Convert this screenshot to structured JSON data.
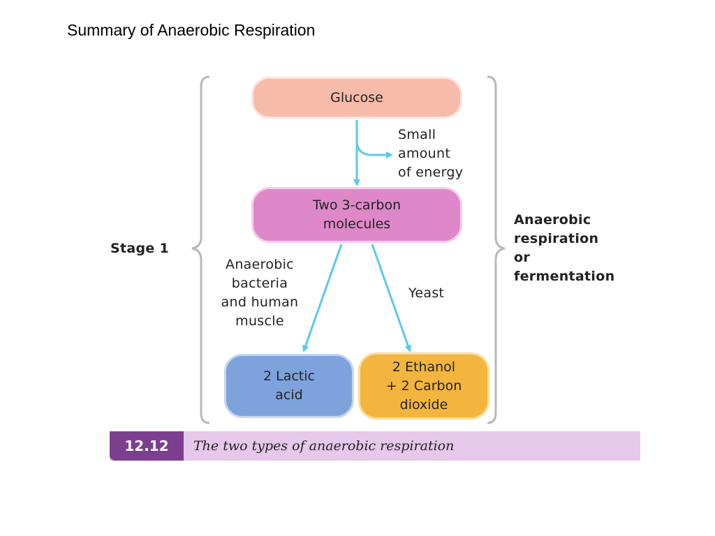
{
  "slide": {
    "title": "Summary of Anaerobic Respiration"
  },
  "diagram": {
    "nodes": {
      "glucose": "Glucose",
      "molecules": "Two 3-carbon\nmolecules",
      "lactic_acid": "2 Lactic\nacid",
      "ethanol": "2 Ethanol\n+ 2 Carbon\ndioxide"
    },
    "labels": {
      "energy": "Small\namount\nof energy",
      "stage": "Stage 1",
      "process": "Anaerobic\nrespiration\nor\nfermentation",
      "bacteria": "Anaerobic\nbacteria\nand human\nmuscle",
      "yeast": "Yeast"
    },
    "caption": {
      "number": "12.12",
      "text": "The two types of anaerobic respiration"
    },
    "colors": {
      "glucose": "#f6bba9",
      "molecules": "#de88c9",
      "lactic_acid": "#7ea3dc",
      "ethanol": "#f3b53d",
      "arrow": "#5bc8ee",
      "caption_number_bg": "#7c3f8f",
      "caption_bg": "#e6c8ea"
    }
  }
}
